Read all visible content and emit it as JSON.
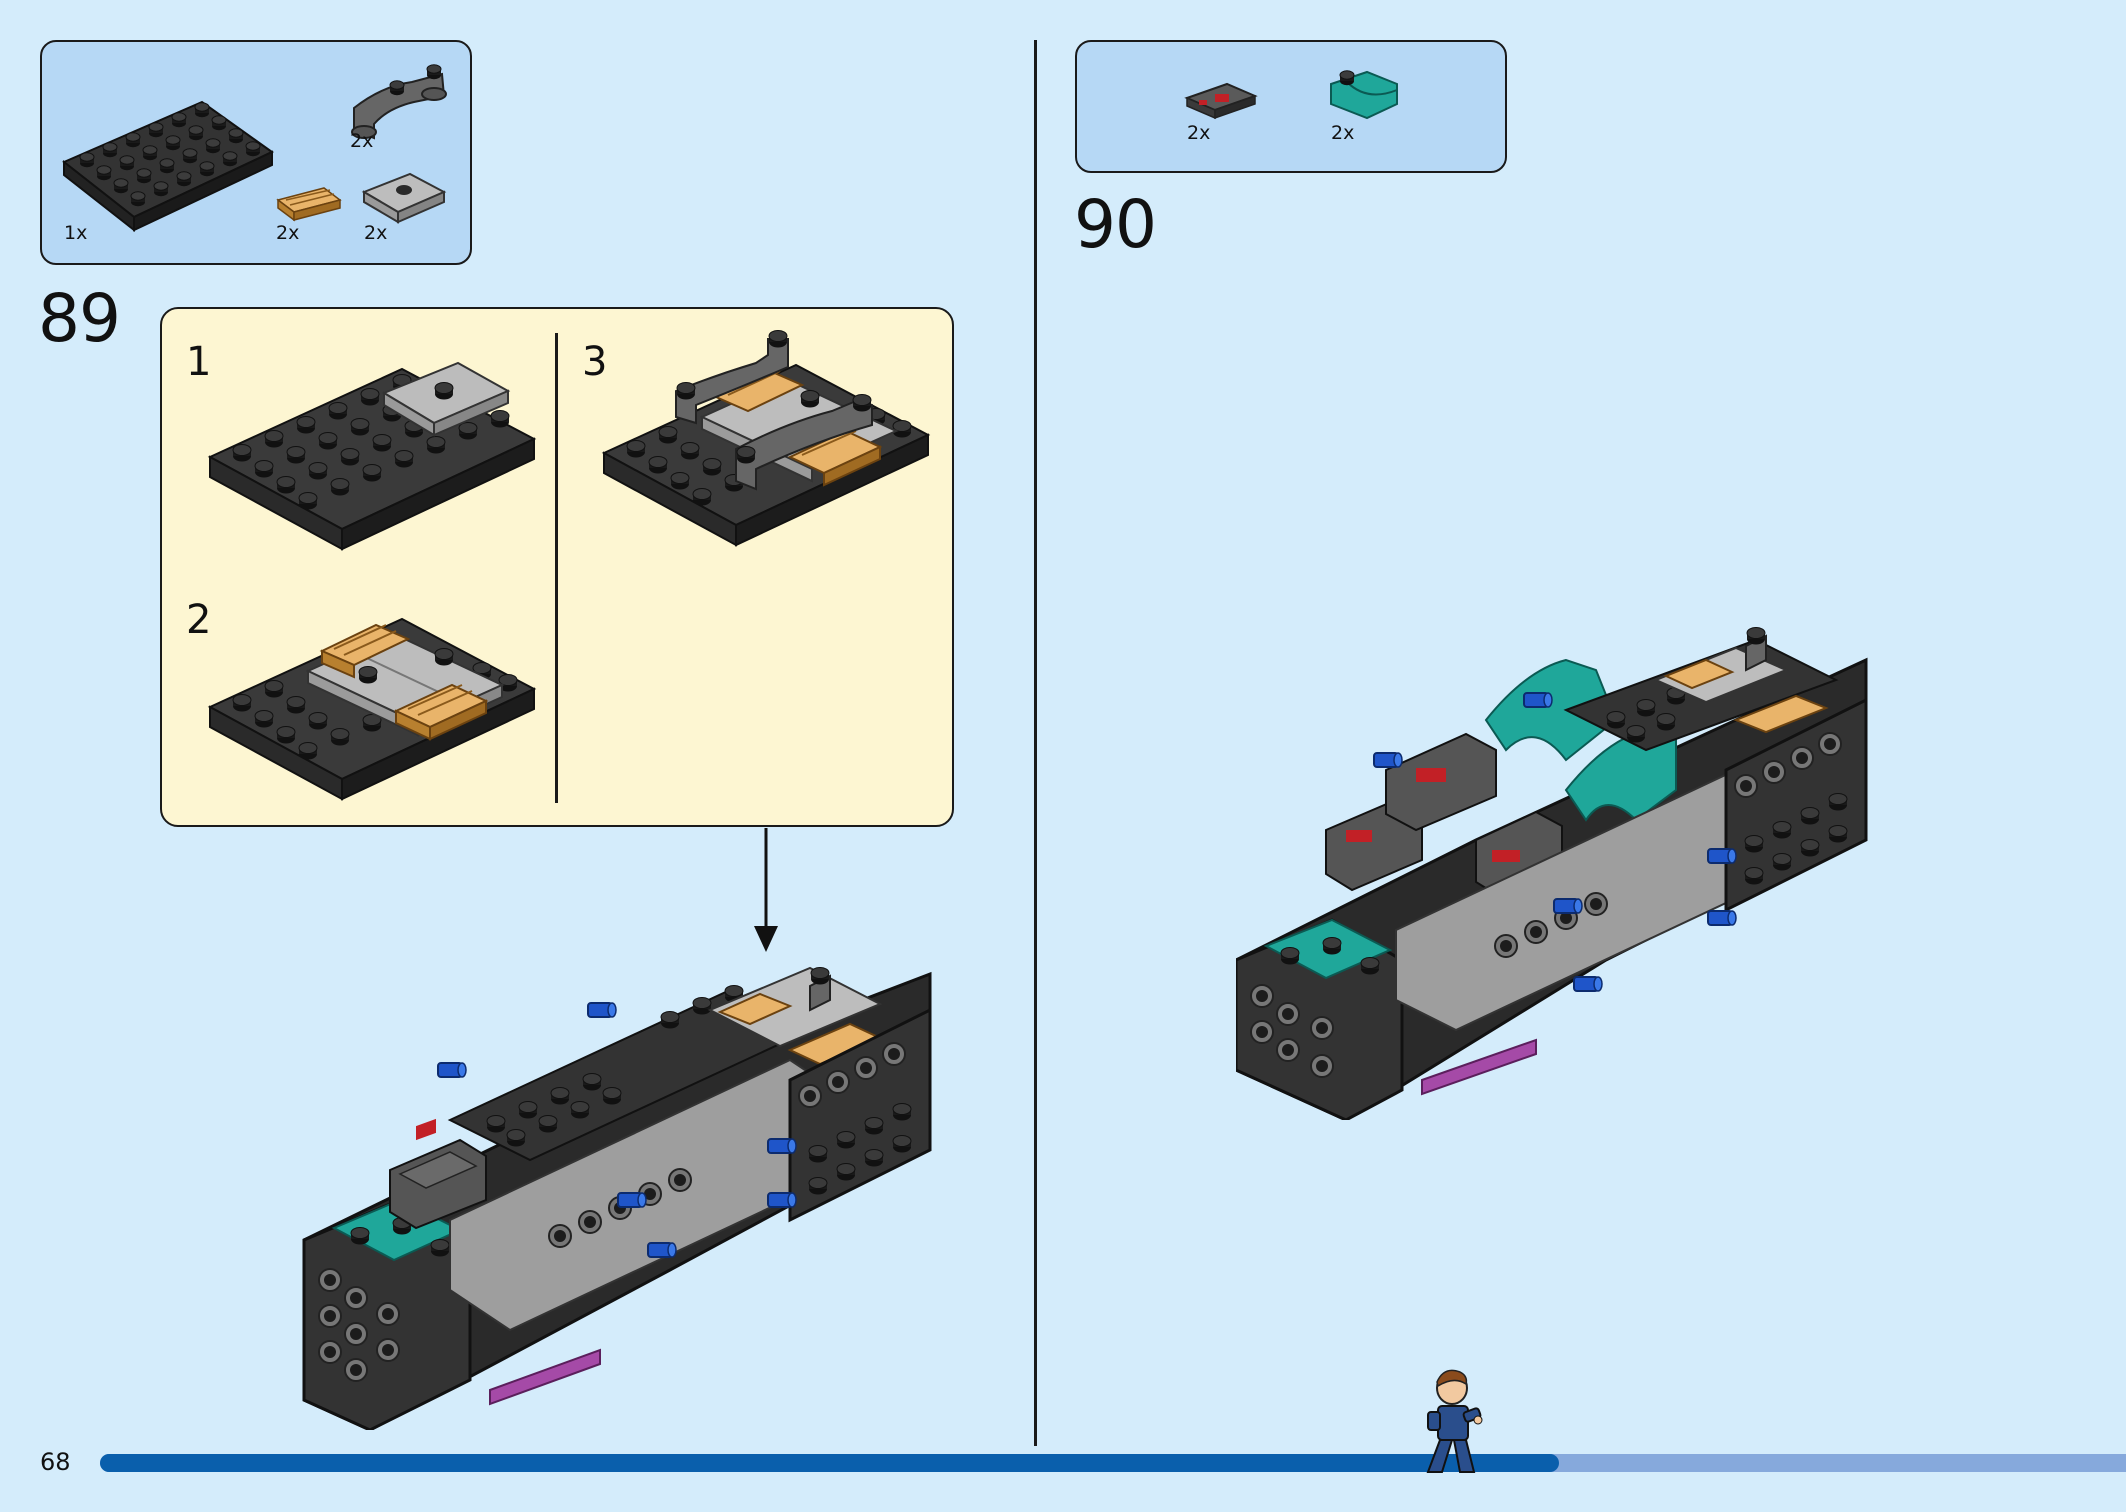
{
  "left_page": {
    "parts": [
      {
        "item": "black-plate-4x6",
        "qty": "1x"
      },
      {
        "item": "dark-gray-arch-bracket",
        "qty": "2x"
      },
      {
        "item": "tan-grille-tile",
        "qty": "2x"
      },
      {
        "item": "light-gray-jumper-plate",
        "qty": "2x"
      }
    ],
    "step_number": "89",
    "substeps": [
      {
        "label": "1"
      },
      {
        "label": "2"
      },
      {
        "label": "3"
      }
    ]
  },
  "right_page": {
    "parts": [
      {
        "item": "red-printed-control-tile",
        "qty": "2x"
      },
      {
        "item": "teal-curved-slope",
        "qty": "2x"
      }
    ],
    "step_number": "90"
  },
  "footer": {
    "page_number": "68",
    "progress": 0.72
  },
  "colors": {
    "background": "#d4ecfb",
    "parts_box": "#b6d8f5",
    "substep_box": "#fdf6d2",
    "progress_fill": "#0a5fac",
    "progress_track": "#86a9dc",
    "brick_black": "#2b2b2b",
    "brick_teal": "#1fa79a",
    "brick_tan": "#d9a35c",
    "brick_blue": "#1f55c9"
  }
}
